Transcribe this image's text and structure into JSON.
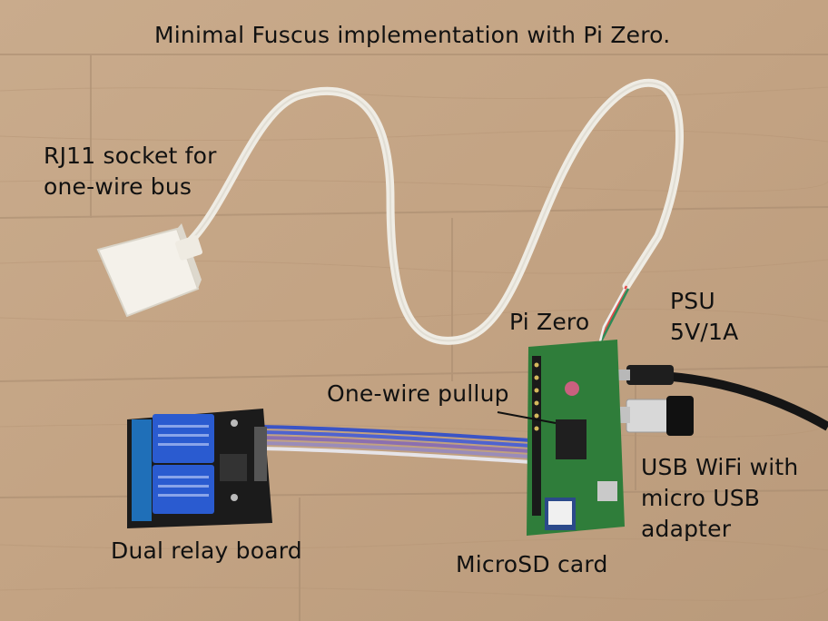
{
  "photo": {
    "title": "Minimal Fuscus implementation with Pi Zero.",
    "labels": {
      "rj11_line1": "RJ11 socket for",
      "rj11_line2": "one-wire bus",
      "pi_zero": "Pi Zero",
      "psu_line1": "PSU",
      "psu_line2": "5V/1A",
      "pullup": "One-wire pullup",
      "usb_wifi_line1": "USB WiFi with",
      "usb_wifi_line2": "micro USB",
      "usb_wifi_line3": "adapter",
      "relay_board": "Dual relay board",
      "microsd": "MicroSD card"
    },
    "colors": {
      "wood": "#c4a586",
      "pcb_green": "#2f7d3a",
      "relay_board": "#1b1b1b",
      "relay_blue": "#2a5bd0",
      "cable_white": "#eceae2",
      "ribbon_blue": "#3b55c9",
      "ribbon_purple": "#8b6fb0"
    }
  }
}
